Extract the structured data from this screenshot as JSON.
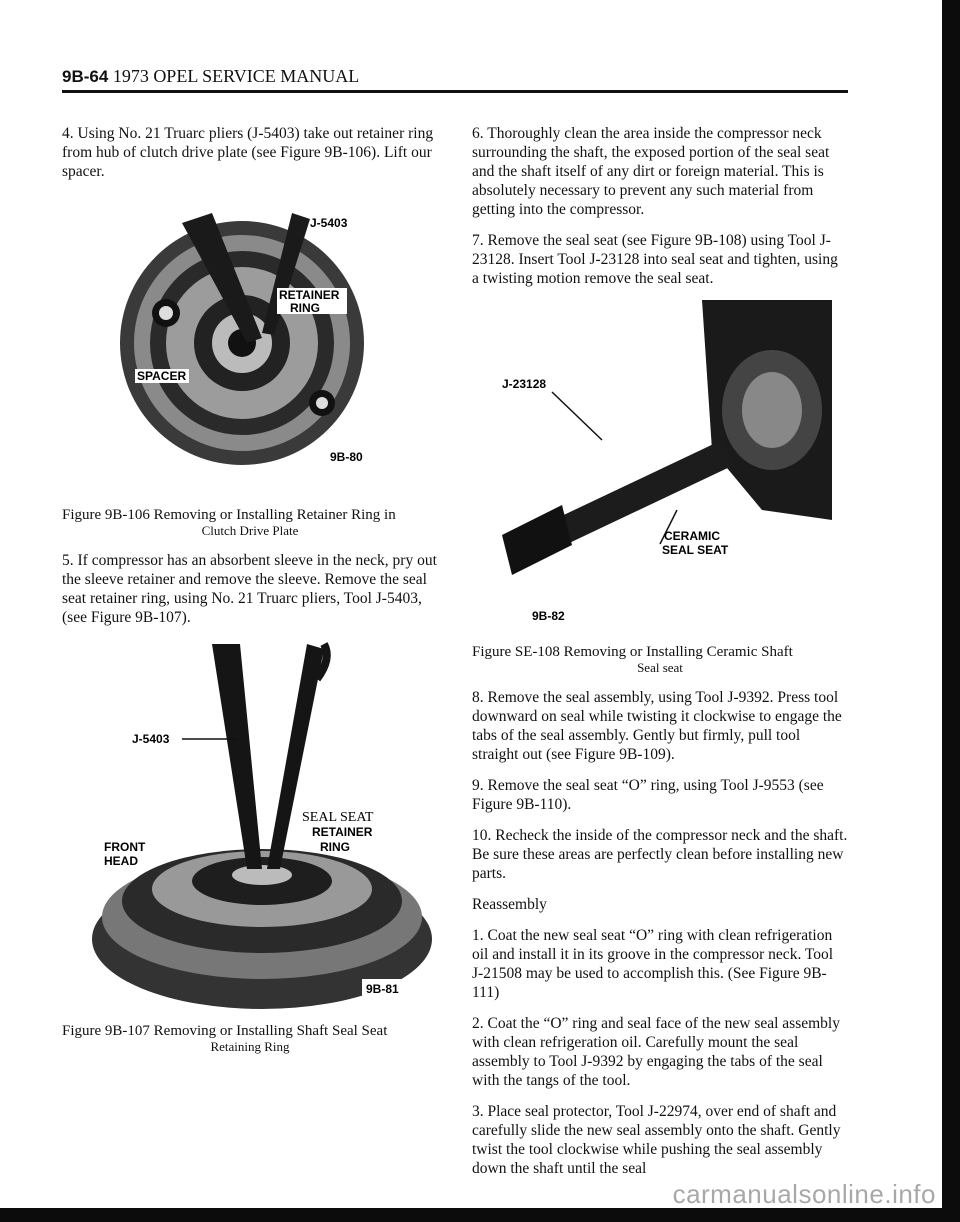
{
  "header": {
    "code": "9B-64",
    "title": "1973 OPEL SERVICE MANUAL"
  },
  "left": {
    "step4": "4. Using No. 21 Truarc pliers (J-5403) take out retainer ring from hub of clutch drive plate (see Figure 9B-106). Lift our spacer.",
    "fig106": {
      "labels": {
        "tool": "J-5403",
        "retainer": "RETAINER",
        "ring": "RING",
        "spacer": "SPACER",
        "code": "9B-80"
      },
      "caption": "Figure 9B-106 Removing or Installing Retainer Ring in",
      "caption_sub": "Clutch Drive Plate"
    },
    "step5": "5. If compressor has an absorbent sleeve in the neck, pry out the sleeve retainer and remove the sleeve. Remove the seal seat retainer ring, using No. 21 Truarc pliers, Tool J-5403, (see Figure 9B-107).",
    "fig107": {
      "labels": {
        "tool": "J-5403",
        "seal_seat": "SEAL SEAT",
        "retainer": "RETAINER",
        "ring": "RING",
        "front": "FRONT",
        "head": "HEAD",
        "code": "9B-81"
      },
      "caption": "Figure 9B-107 Removing or Installing Shaft Seal Seat",
      "caption_sub": "Retaining Ring"
    }
  },
  "right": {
    "step6": "6. Thoroughly clean the area inside the compressor neck surrounding the shaft, the exposed portion of the seal seat and the shaft itself of any dirt or foreign material. This is absolutely necessary to prevent any such material from getting into the compressor.",
    "step7": "7. Remove the seal seat (see Figure 9B-108) using Tool J-23128. Insert Tool J-23128 into seal seat and tighten, using a twisting motion remove the seal seat.",
    "fig108": {
      "labels": {
        "tool": "J-23128",
        "ceramic": "CERAMIC",
        "seal_seat": "SEAL SEAT",
        "code": "9B-82"
      },
      "caption": "Figure SE-108 Removing or Installing Ceramic Shaft",
      "caption_sub": "Seal seat"
    },
    "step8": "8. Remove the seal assembly, using Tool J-9392. Press tool downward on seal while twisting it clockwise to engage the tabs of the seal assembly. Gently but firmly, pull tool straight out (see Figure 9B-109).",
    "step9": "9. Remove the seal seat “O” ring, using Tool J-9553 (see Figure 9B-110).",
    "step10": "10. Recheck the inside of the compressor neck and the shaft. Be sure these areas are perfectly clean before installing new parts.",
    "heading": "Reassembly",
    "r1": "1. Coat the new seal seat “O” ring with clean refrigeration oil and install it in its groove in the compressor neck. Tool J-21508 may be used to accomplish this. (See Figure 9B-111)",
    "r2": "2. Coat the “O” ring and seal face of the new seal assembly with clean refrigeration oil. Carefully mount the seal assembly to Tool J-9392 by engaging the tabs of the seal with the tangs of the tool.",
    "r3": "3. Place seal protector, Tool J-22974, over end of shaft and carefully slide the new seal assembly onto the shaft. Gently twist the tool clockwise while pushing the seal assembly down the shaft until the seal"
  },
  "watermark": "carmanualsonline.info"
}
